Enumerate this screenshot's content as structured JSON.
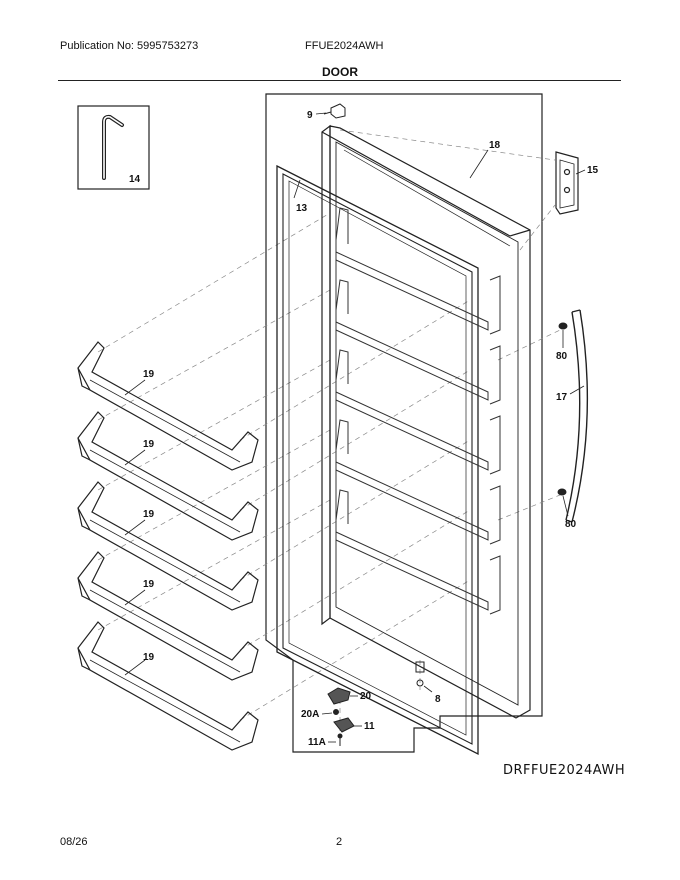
{
  "header": {
    "publication": "Publication No: 5995753273",
    "model": "FFUE2024AWH",
    "section_title": "DOOR"
  },
  "callouts": {
    "p9": "9",
    "p18": "18",
    "p15": "15",
    "p14": "14",
    "p13": "13",
    "p19": "19",
    "p80": "80",
    "p17": "17",
    "p20": "20",
    "p20a": "20A",
    "p11": "11",
    "p11a": "11A",
    "p8": "8"
  },
  "diagram_code": "DRFFUE2024AWH",
  "footer": {
    "date": "08/26",
    "page": "2"
  }
}
